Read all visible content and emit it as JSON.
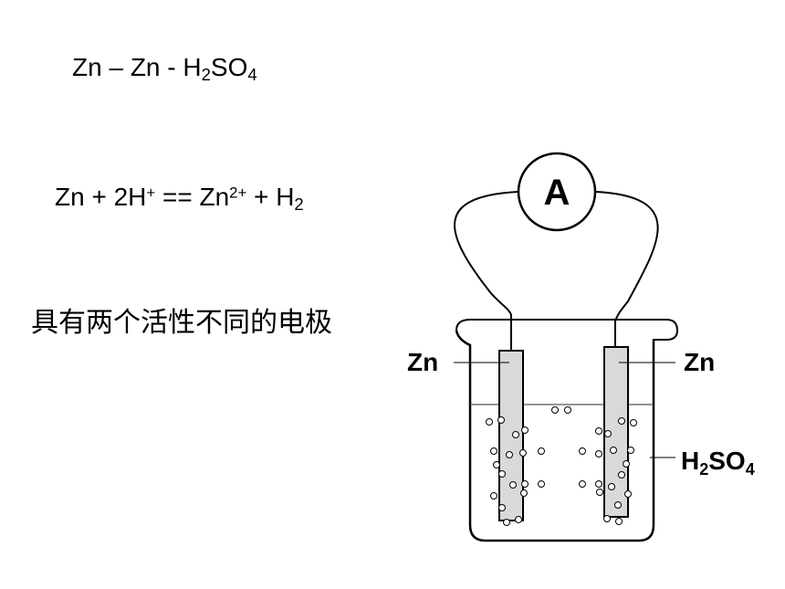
{
  "reaction_title": {
    "metal_a": "Zn",
    "sep_1": " – ",
    "metal_b": "Zn",
    "sep_2": " - ",
    "acid_h": "H",
    "acid_h_sub": "2",
    "acid_so": "SO",
    "acid_so_sub": "4"
  },
  "equation": {
    "lhs": "Zn + 2H",
    "h_charge": "+",
    "mid": " == Zn",
    "zn_charge": "2+",
    "rhs": " + H",
    "h2_sub": "2"
  },
  "condition_text": "具有两个活性不同的电极",
  "apparatus": {
    "ammeter_symbol": "A",
    "left_electrode_label": "Zn",
    "right_electrode_label": "Zn",
    "electrolyte": {
      "h": "H",
      "h_sub": "2",
      "so": "SO",
      "so_sub": "4"
    }
  }
}
